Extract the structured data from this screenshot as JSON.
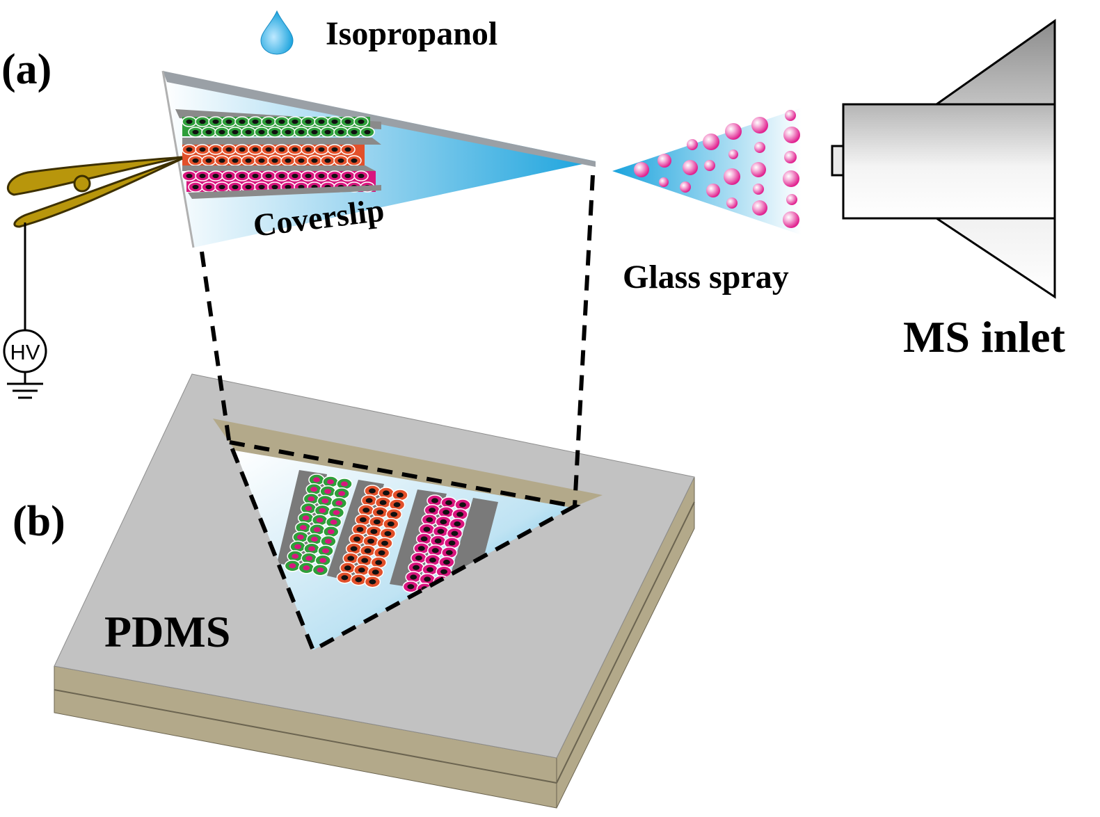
{
  "labels": {
    "panel_a": "(a)",
    "panel_b": "(b)",
    "solvent": "Isopropanol",
    "coverslip": "Coverslip",
    "spray": "Glass spray",
    "ms_inlet": "MS inlet",
    "hv": "HV",
    "substrate": "PDMS"
  },
  "colors": {
    "green_cells": "#2e9e3a",
    "red_cells": "#e2502a",
    "magenta_cells": "#d8167e",
    "glass_blue": "#1aa3dd",
    "clamp_gold": "#b8960c",
    "pdms_gray": "#c2c2c2",
    "pdms_edge": "#b3a98a"
  }
}
